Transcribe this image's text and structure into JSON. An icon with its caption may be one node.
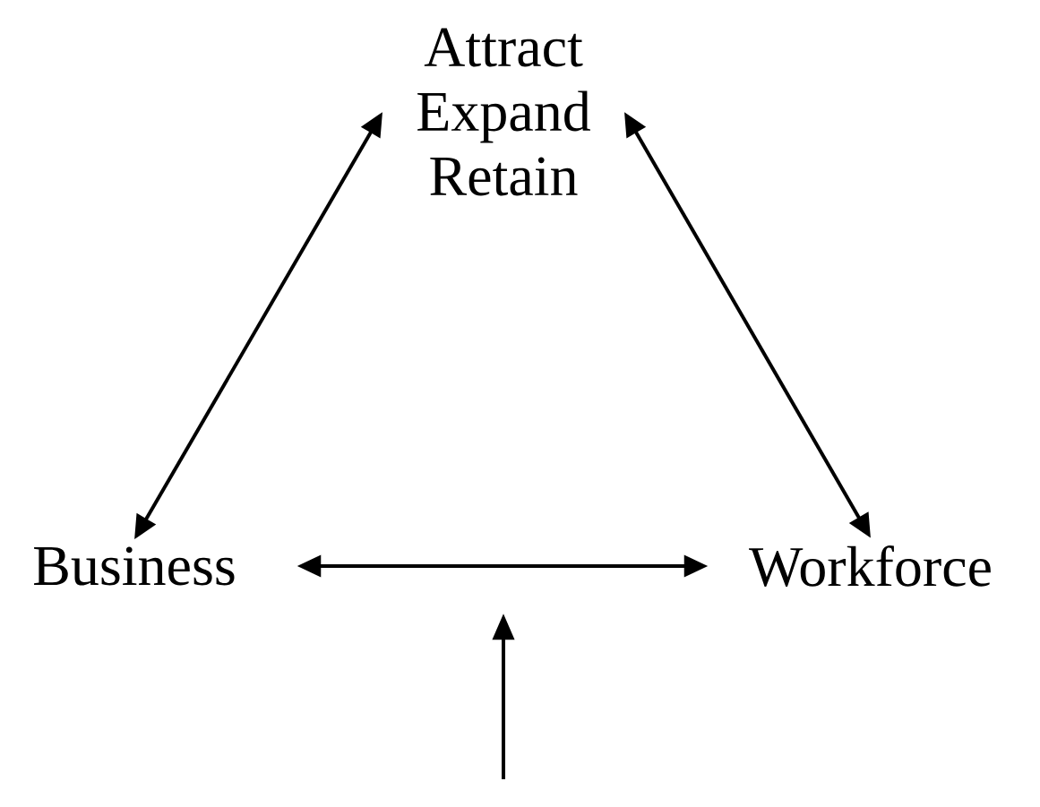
{
  "diagram": {
    "nodes": [
      {
        "text": [
          "Attract Expand Retain"
        ]
      },
      {
        "text": [
          "Business"
        ]
      },
      {
        "text": [
          "Workforce"
        ]
      }
    ],
    "edges": [
      {
        "from": 0,
        "to": 1,
        "arrow": "both"
      },
      {
        "from": 0,
        "to": 2,
        "arrow": "both"
      },
      {
        "from": 1,
        "to": 2,
        "arrow": "both"
      }
    ]
  }
}
